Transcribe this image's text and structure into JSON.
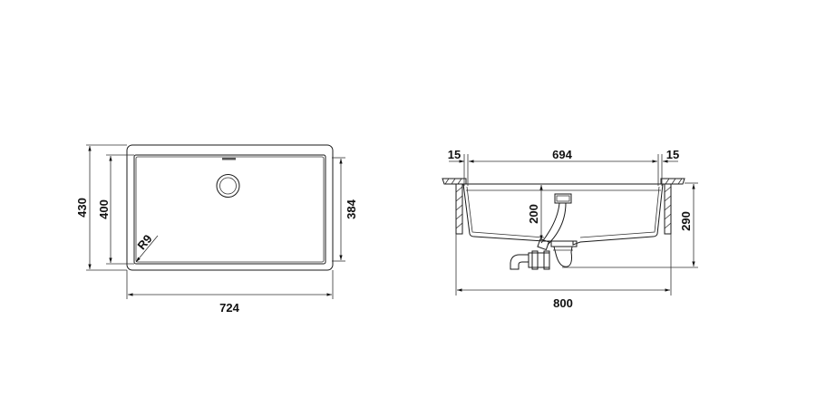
{
  "drawing": {
    "plan_view": {
      "dimensions": {
        "overall_width": "724",
        "overall_depth": "430",
        "inner_depth": "400",
        "bowl_depth": "384",
        "corner_radius": "R9"
      }
    },
    "section_view": {
      "dimensions": {
        "rim_left": "15",
        "bowl_width": "694",
        "rim_right": "15",
        "cutout_width": "800",
        "total_height": "290",
        "bowl_height": "200"
      }
    },
    "colors": {
      "line": "#1a1a1a",
      "background": "#ffffff"
    }
  }
}
